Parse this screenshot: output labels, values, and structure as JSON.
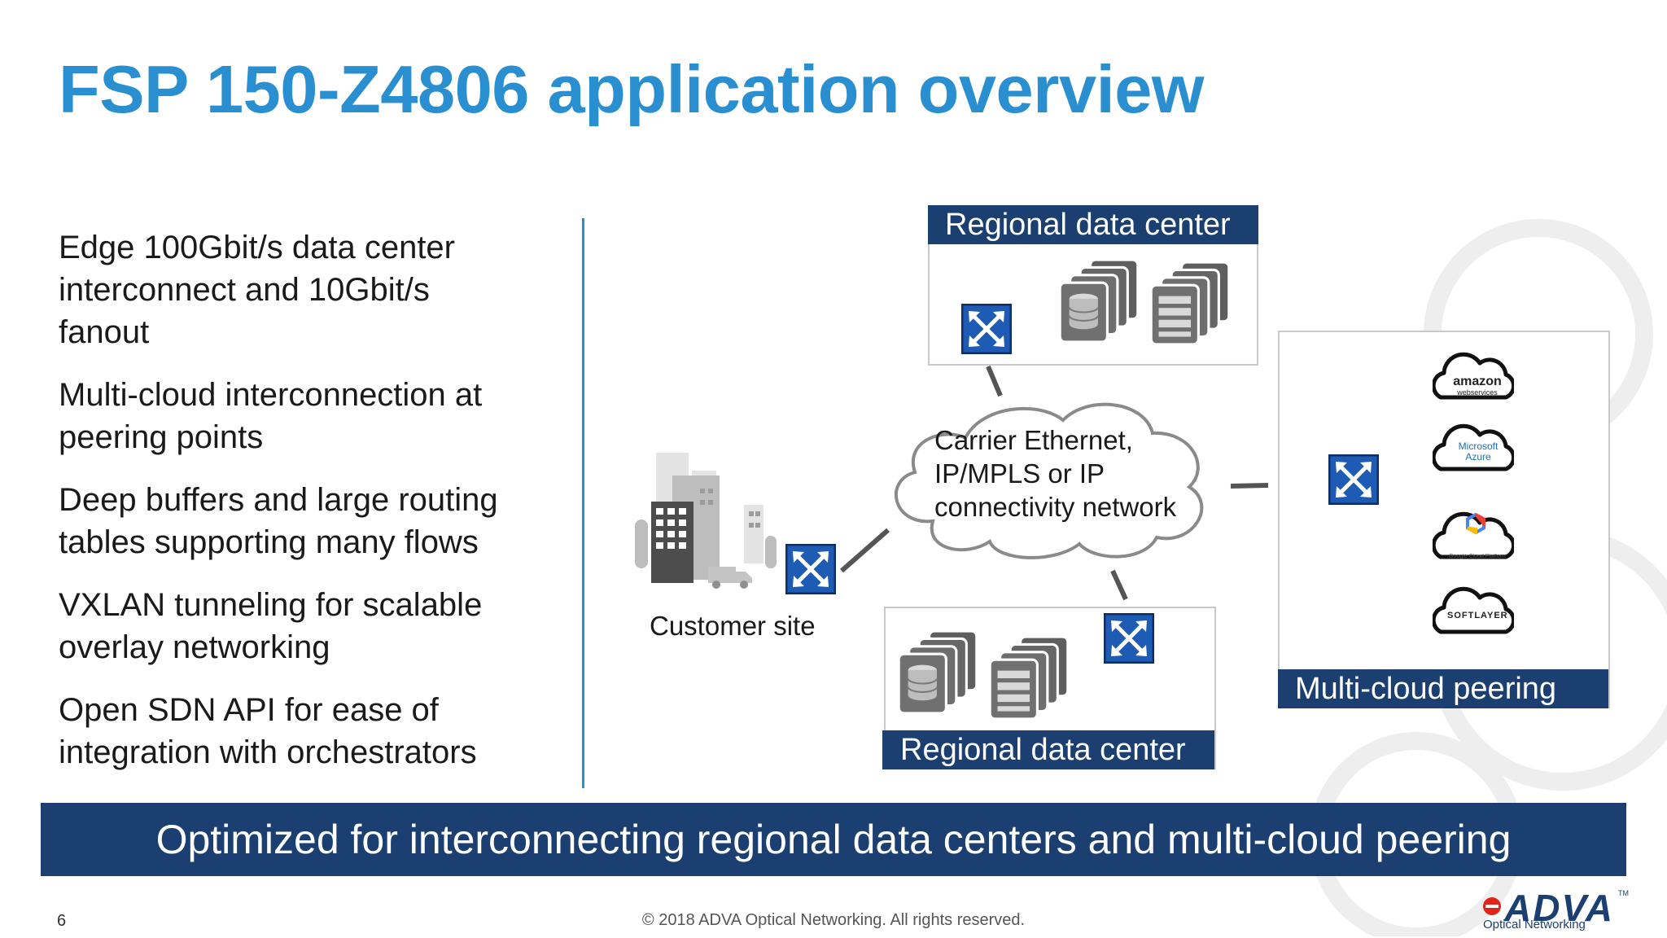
{
  "title": "FSP 150-Z4806 application overview",
  "bullets": [
    "Edge 100Gbit/s data center\ninterconnect and 10Gbit/s\nfanout",
    "Multi-cloud interconnection at\npeering points",
    "Deep buffers and large routing\ntables supporting many flows",
    "VXLAN tunneling for scalable\noverlay networking",
    "Open SDN API for ease of\nintegration with orchestrators"
  ],
  "diagram": {
    "regional_dc_top": "Regional data center",
    "regional_dc_bottom": "Regional data center",
    "multi_cloud": "Multi-cloud peering",
    "customer_site": "Customer site",
    "network_lines": [
      "Carrier Ethernet,",
      "IP/MPLS or IP",
      "connectivity network"
    ],
    "cloud_providers": [
      "amazon",
      "webservices",
      "Microsoft",
      "Azure",
      "Google Cloud Platform",
      "SOFTLAYER"
    ]
  },
  "banner": "Optimized for interconnecting regional data centers and multi-cloud peering",
  "footer": {
    "page_number": "6",
    "copyright": "© 2018 ADVA Optical Networking. All rights reserved.",
    "logo": "ADVA",
    "logo_tm": "TM",
    "logo_sub": "Optical Networking"
  },
  "colors": {
    "title_blue": "#2a8fd0",
    "navy": "#1c3f72",
    "switch_blue": "#1d5bb5"
  },
  "icons": [
    "switch-icon",
    "database-server-icon",
    "rack-server-icon",
    "office-building-icon",
    "cloud-icon",
    "van-icon"
  ]
}
